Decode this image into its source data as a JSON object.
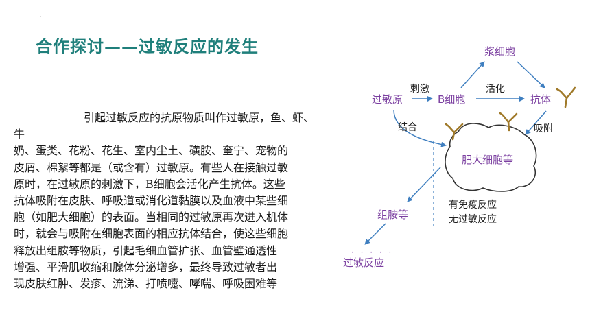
{
  "slide": {
    "marker": "·",
    "title": "合作探讨——过敏反应的发生"
  },
  "paragraph": {
    "lines": [
      "引起过敏反应的抗原物质叫作过敏原，鱼、虾、",
      "牛",
      "奶、蛋类、花粉、花生、室内尘土、磺胺、奎宁、宠物的",
      "皮屑、棉絮等都是（或含有）过敏原。有些人在接触过敏",
      "原时，在过敏原的刺激下，B细胞会活化产生抗体。这些",
      "抗体吸附在皮肤、呼吸道或消化道黏膜以及血液中某些细",
      "胞（如肥大细胞）的表面。当相同的过敏原再次进入机体",
      "时，就会与吸附在细胞表面的相应抗体结合，使这些细胞",
      "释放出组胺等物质，引起毛细血管扩张、血管壁通透性",
      "增强、平滑肌收缩和腺体分泌增多，最终导致过敏者出",
      "现皮肤红肿、发疹、流涕、打喷嚏、哮喘、呼吸困难等"
    ]
  },
  "diagram": {
    "nodes": {
      "allergen": "过敏原",
      "b_cell": "B细胞",
      "plasma_cell": "浆细胞",
      "antibody": "抗体",
      "mast_cell": "肥大细胞等",
      "histamine": "组胺等",
      "allergic_reaction": "过敏反应"
    },
    "edge_labels": {
      "stimulate": "刺激",
      "activate": "活化",
      "combine": "结合",
      "adsorb": "吸附"
    },
    "note_lines": [
      "有免疫反应",
      "无过敏反应"
    ],
    "colors": {
      "node_text": "#7b3fa0",
      "arrow": "#3f7fc0",
      "antibody_icon": "#a07a2a",
      "title": "#1f7f7b"
    }
  }
}
